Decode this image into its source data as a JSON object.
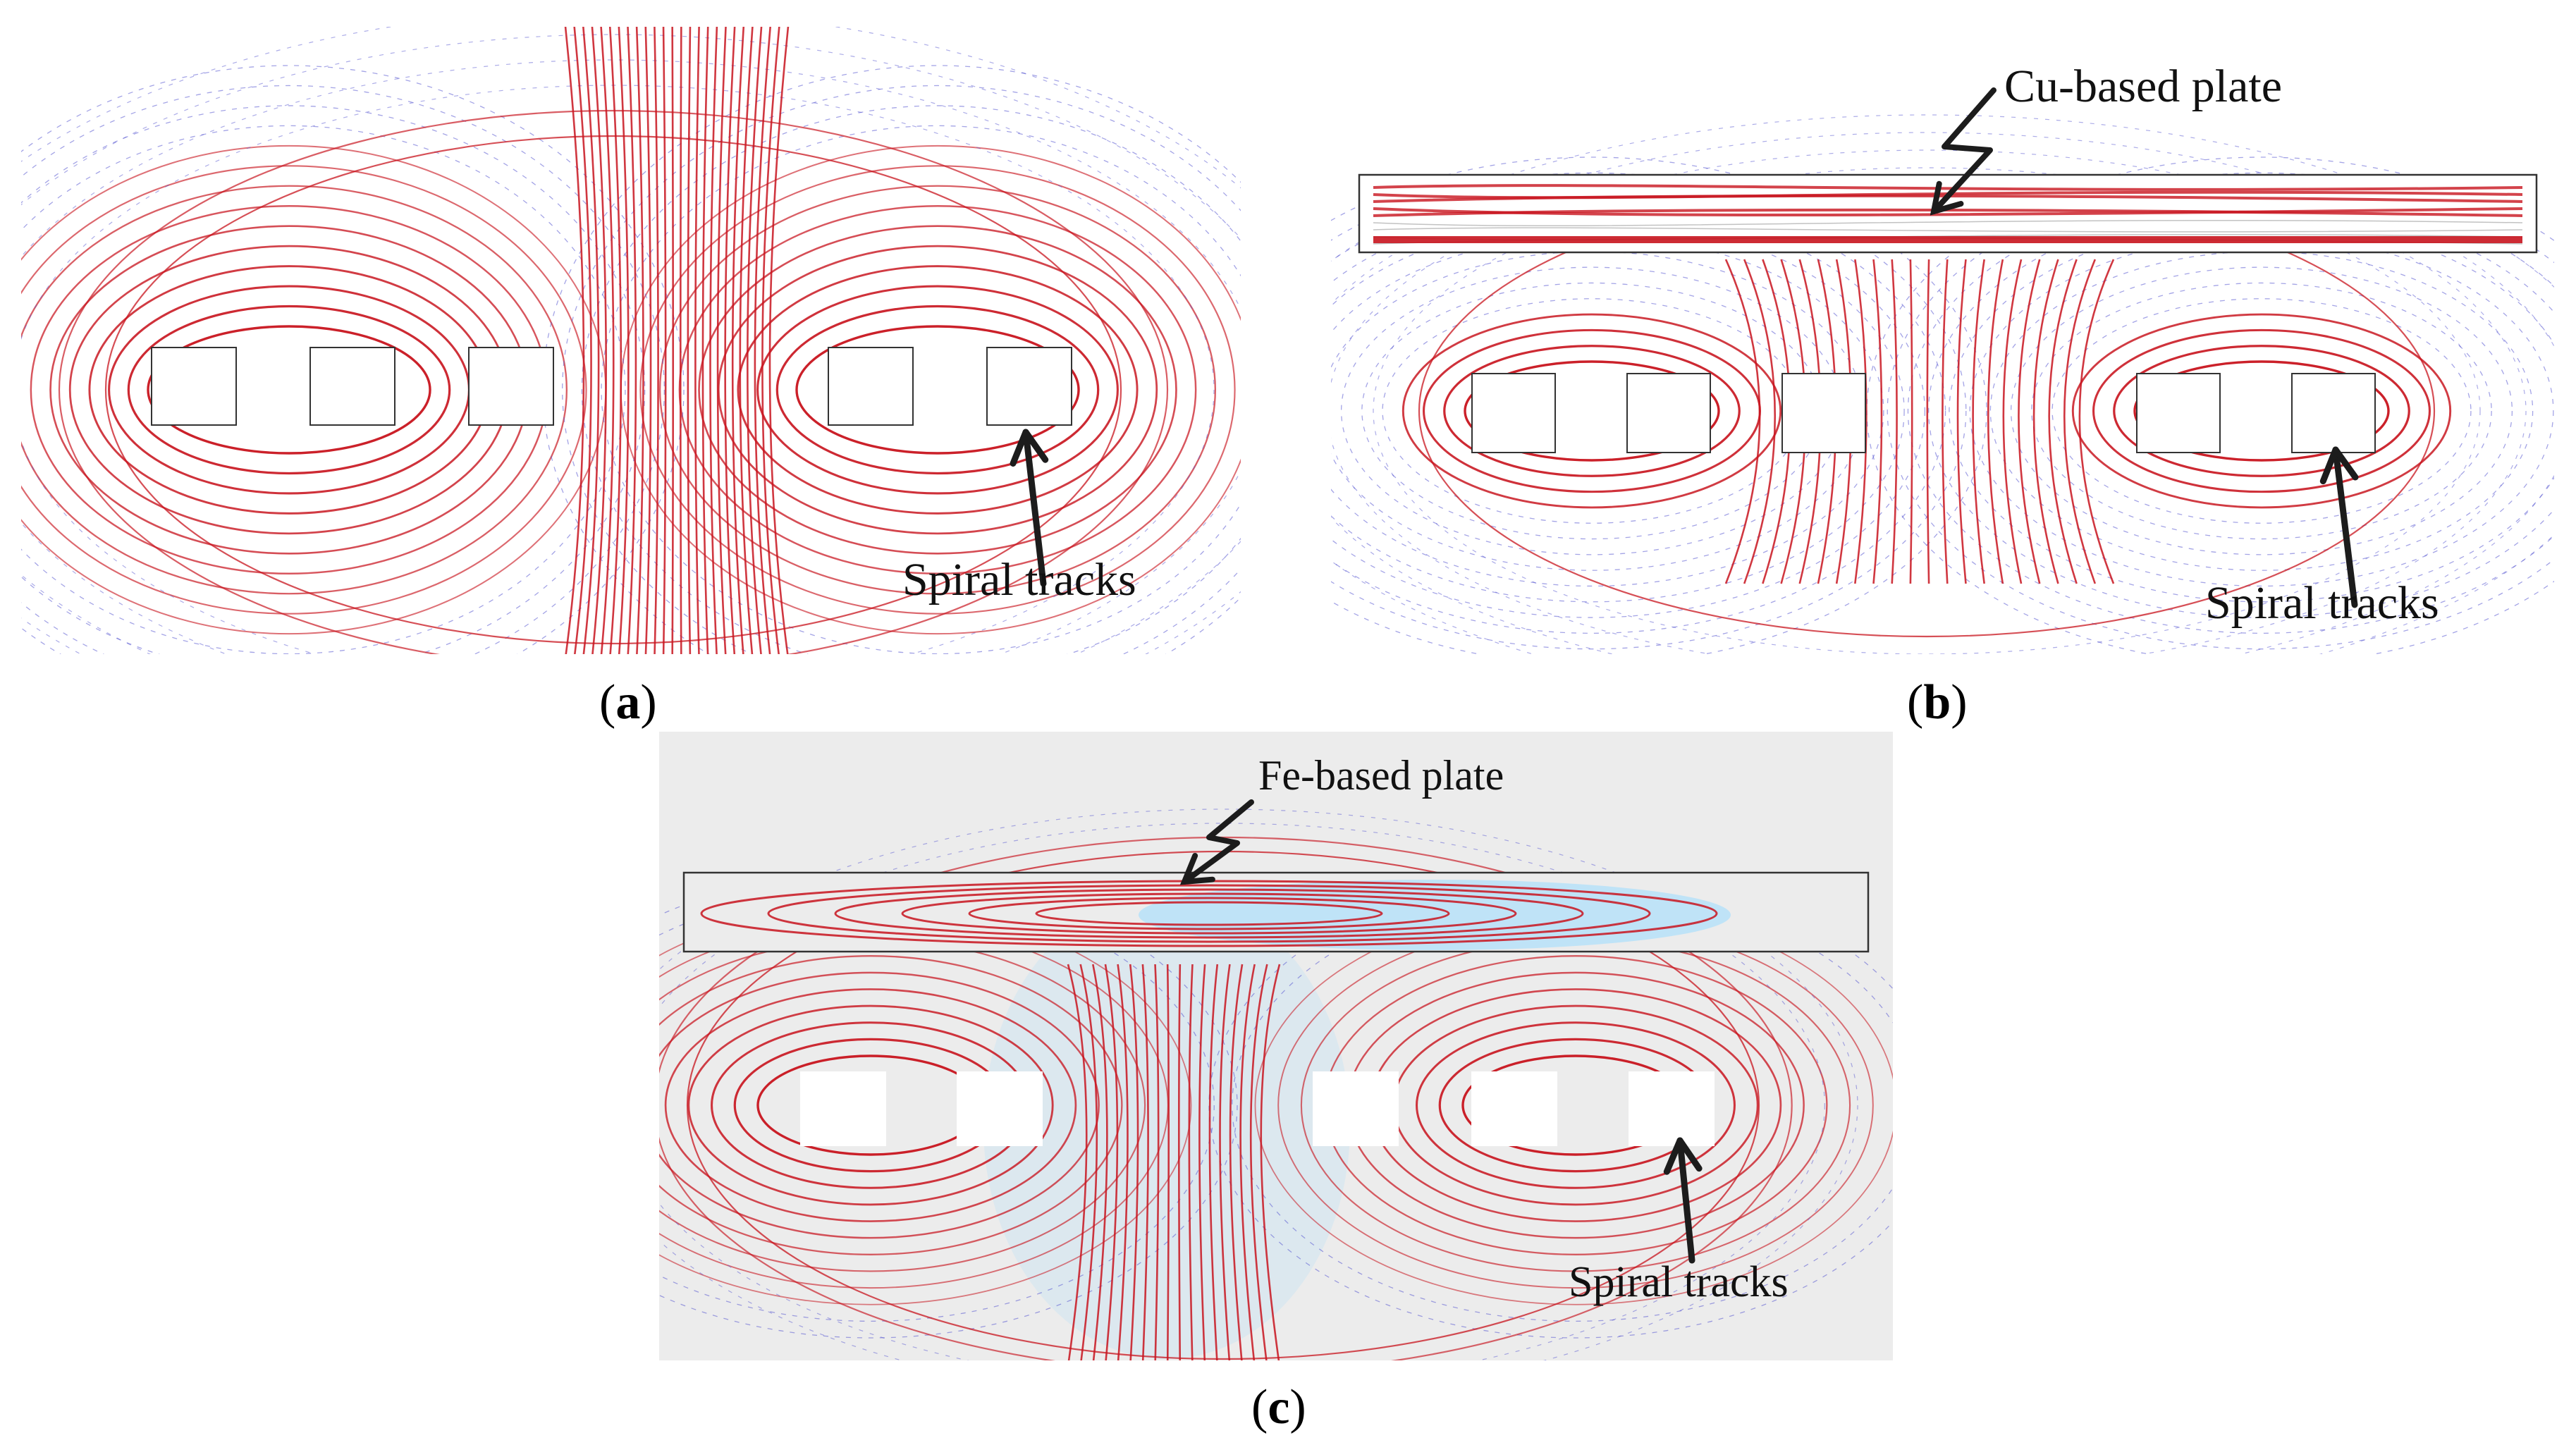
{
  "figure": {
    "panels": [
      {
        "id": "a",
        "label_open": "(",
        "label_letter": "a",
        "label_close": ")",
        "callouts": [
          "Spiral tracks"
        ]
      },
      {
        "id": "b",
        "label_open": "(",
        "label_letter": "b",
        "label_close": ")",
        "callouts": [
          "Cu-based plate",
          "Spiral tracks"
        ]
      },
      {
        "id": "c",
        "label_open": "(",
        "label_letter": "c",
        "label_close": ")",
        "callouts": [
          "Fe-based plate",
          "Spiral tracks"
        ]
      }
    ]
  },
  "colors": {
    "strong_field": "#c8141e",
    "weak_field": "#5a5ad2",
    "plate_fill_c": "#bfe3f7",
    "background_c": "#ececec"
  }
}
